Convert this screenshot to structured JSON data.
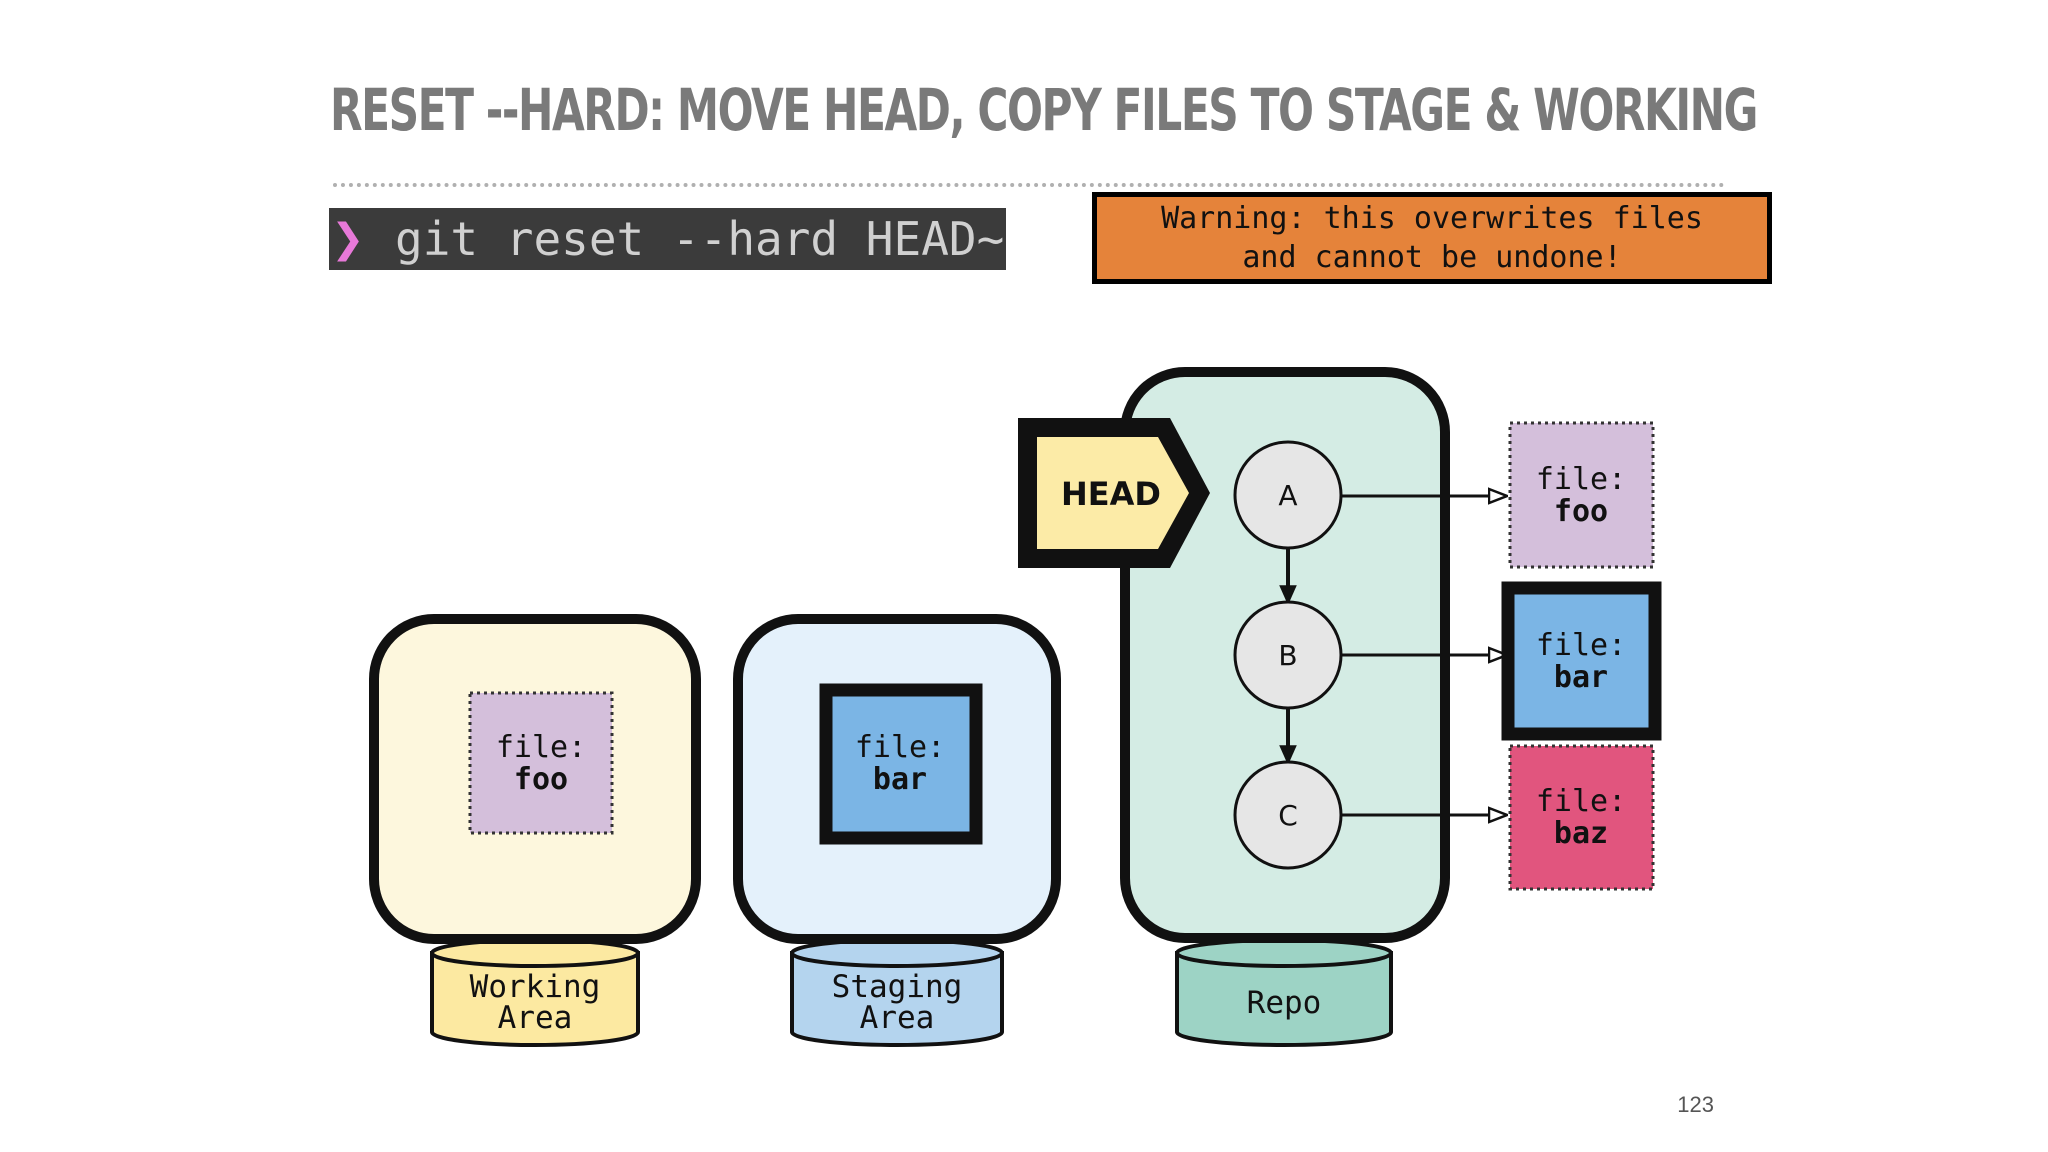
{
  "slide": {
    "title": "RESET --HARD: MOVE HEAD, COPY FILES TO STAGE & WORKING",
    "command": "git reset --hard HEAD~",
    "prompt_symbol": "❯",
    "warning_line1": "Warning: this overwrites files",
    "warning_line2": "and cannot be undone!",
    "page_number": "123"
  },
  "areas": {
    "working": {
      "label_line1": "Working",
      "label_line2": "Area",
      "color": "#fdf7dd",
      "base_color": "#fce9a1"
    },
    "staging": {
      "label_line1": "Staging",
      "label_line2": "Area",
      "color": "#e4f1fb",
      "base_color": "#b4d4ee"
    },
    "repo": {
      "label": "Repo",
      "color": "#d4ece4",
      "base_color": "#9dd3c5"
    }
  },
  "head": {
    "label": "HEAD",
    "color": "#fceba7"
  },
  "commits": [
    {
      "id": "A",
      "file_prefix": "file:",
      "file_name": "foo",
      "file_color": "#d4bfdb",
      "current": false
    },
    {
      "id": "B",
      "file_prefix": "file:",
      "file_name": "bar",
      "file_color": "#7bb5e5",
      "current": true
    },
    {
      "id": "C",
      "file_prefix": "file:",
      "file_name": "baz",
      "file_color": "#e1557e",
      "current": false
    }
  ],
  "working_file": {
    "prefix": "file:",
    "name": "foo",
    "color": "#d4bfdb"
  },
  "staging_file": {
    "prefix": "file:",
    "name": "bar",
    "color": "#7bb5e5"
  },
  "colors": {
    "title": "#7a7a7a",
    "terminal_bg": "#3b3b3b",
    "prompt": "#e879d9",
    "warning_bg": "#e5833a",
    "commit_fill": "#e6e6e6"
  }
}
